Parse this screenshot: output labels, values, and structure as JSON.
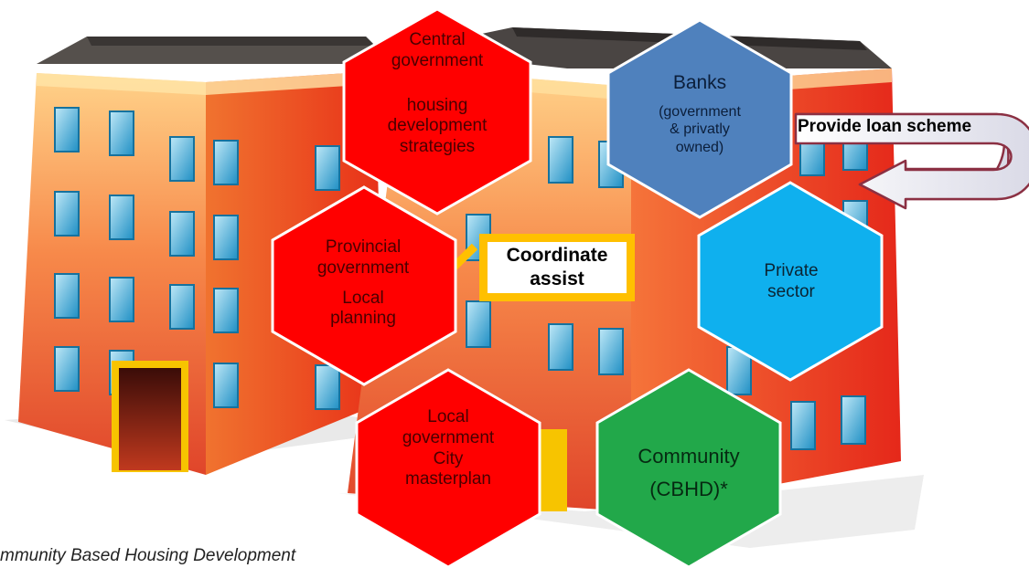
{
  "nodes": {
    "central": {
      "line1": "Central",
      "line2": "government",
      "line3": "housing",
      "line4": "development",
      "line5": "strategies"
    },
    "banks": {
      "title": "Banks",
      "sub1": "(government",
      "sub2": "& privatly",
      "sub3": "owned)"
    },
    "provincial": {
      "line1": "Provincial",
      "line2": "government",
      "line3": "Local",
      "line4": "planning"
    },
    "private": {
      "line1": "Private",
      "line2": "sector"
    },
    "local": {
      "line1": "Local",
      "line2": "government",
      "line3": "City",
      "line4": "masterplan"
    },
    "community": {
      "line1": "Community",
      "line2": "(CBHD)*"
    }
  },
  "callouts": {
    "coordinate": {
      "line1": "Coordinate",
      "line2": "assist"
    },
    "loan": "Provide loan scheme"
  },
  "footnote": "mmunity Based Housing Development",
  "colors": {
    "government": "#ff0000",
    "banks": "#4f81bd",
    "private_sector": "#0fb0ee",
    "community": "#22a84a",
    "callout_border": "#ffc000",
    "building_walls": "#f26b3a",
    "windows": "#2aa5d6"
  }
}
